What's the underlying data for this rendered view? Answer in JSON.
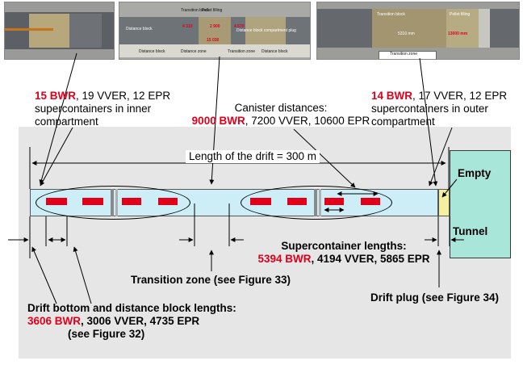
{
  "inner_compartment": {
    "line1_red": "15 BWR",
    "line1_rest": ", 19 VVER, 12 EPR",
    "line2": "supercontainers in inner",
    "line3": "compartment"
  },
  "canister_distances": {
    "title": "Canister distances:",
    "red": "9000 BWR",
    "rest": ", 7200 VVER, 10600 EPR"
  },
  "outer_compartment": {
    "line1_red": "14 BWR",
    "line1_rest": ", 17 VVER, 12 EPR",
    "line2": "supercontainers in outer",
    "line3": "compartment"
  },
  "drift_length": "Length of the drift = 300 m",
  "empty_label": "Empty",
  "tunnel_label": "Tunnel",
  "supercontainer_lengths": {
    "title": "Supercontainer lengths:",
    "red": "5394 BWR",
    "rest": ", 4194 VVER, 5865 EPR"
  },
  "transition_zone": "Transition zone (see Figure 33)",
  "drift_plug": "Drift plug (see Figure 34)",
  "drift_bottom": {
    "title": "Drift bottom and distance block lengths:",
    "red": "3606 BWR",
    "rest": ", 3006 VVER, 4735 EPR",
    "ref": "(see Figure 32)"
  },
  "photo2_labels": {
    "distance_block": "Distance block",
    "pellet_filling": "Pellet filling",
    "transition_block": "Transition block",
    "distance_block_plug": "Distance block compartment plug",
    "d1": "4 310",
    "d2": "2 900",
    "d3": "4 570",
    "d4": "15 030",
    "footer": [
      "Distance block",
      "Distance zone",
      "Transition zone",
      "Distance block"
    ]
  },
  "photo3_labels": {
    "transition_block": "Transition block",
    "pellet_filling": "Pellet filling",
    "dim": "5310 mm",
    "dim_red": "13000 mm",
    "zone": "Transition zone"
  },
  "colors": {
    "accent_red": "#e0001a",
    "drift": "#cdeef7",
    "tunnel": "#a9e6da",
    "plug": "#f4f0a0",
    "panel": "#e6e6e6"
  }
}
